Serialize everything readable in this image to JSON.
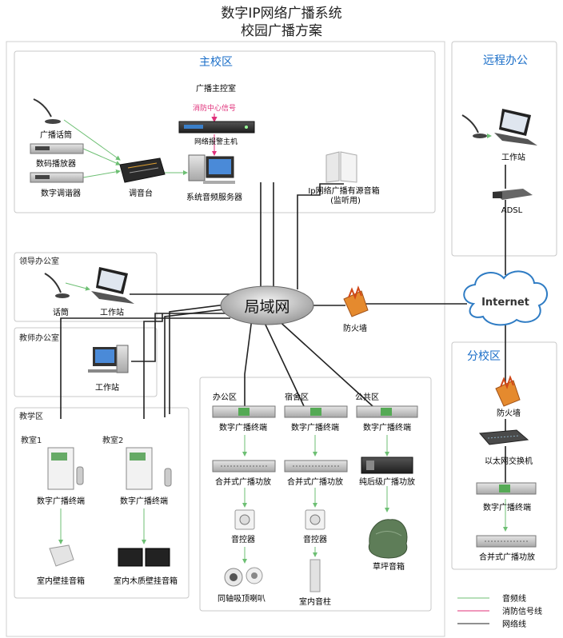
{
  "title": {
    "line1": "数字IP网络广播系统",
    "line2": "校园广播方案"
  },
  "zones": {
    "main": "主校区",
    "remote": "远程办公",
    "branch": "分校区",
    "leader": "领导办公室",
    "teacher": "教师办公室",
    "teaching": "教学区"
  },
  "main_campus": {
    "control_room": "广播主控室",
    "fire_signal": "消防中心信号",
    "alarm_host": "网络报警主机",
    "mic": "广播话筒",
    "digital_player": "数码播放器",
    "digital_tuner": "数字调谐器",
    "mixer": "调音台",
    "audio_server": "系统音频服务器",
    "speaker_line1": "Ip网络广播有源音箱",
    "speaker_line2": "(监听用)"
  },
  "remote_office": {
    "workstation": "工作站",
    "adsl": "ADSL"
  },
  "internet": "Internet",
  "lan": "局域网",
  "firewall": "防火墙",
  "leader_office": {
    "mic": "话筒",
    "workstation": "工作站"
  },
  "teacher_office": {
    "workstation": "工作站"
  },
  "teaching_area": {
    "class1": "教室1",
    "class2": "教室2",
    "terminal": "数字广播终端",
    "wall_speaker": "室内壁挂音箱",
    "wood_speaker": "室内木质壁挂音箱"
  },
  "areas": {
    "office": {
      "label": "办公区",
      "terminal": "数字广播终端",
      "amp": "合并式广播功放",
      "volume": "音控器",
      "speaker": "同轴吸顶喇叭"
    },
    "dorm": {
      "label": "宿舍区",
      "terminal": "数字广播终端",
      "amp": "合并式广播功放",
      "volume": "音控器",
      "speaker": "室内音柱"
    },
    "public": {
      "label": "公共区",
      "terminal": "数字广播终端",
      "amp": "纯后级广播功放",
      "speaker": "草坪音箱"
    }
  },
  "branch_campus": {
    "firewall": "防火墙",
    "switch": "以太网交换机",
    "terminal": "数字广播终端",
    "amp": "合并式广播功放"
  },
  "legend": {
    "audio": "音频线",
    "fire": "消防信号线",
    "network": "网络线"
  },
  "colors": {
    "audio_line": "#6dbf73",
    "fire_line": "#e0307a",
    "network_line": "#222222",
    "zone_title": "#1a6ec8",
    "zone_border": "#c8c8c8"
  }
}
